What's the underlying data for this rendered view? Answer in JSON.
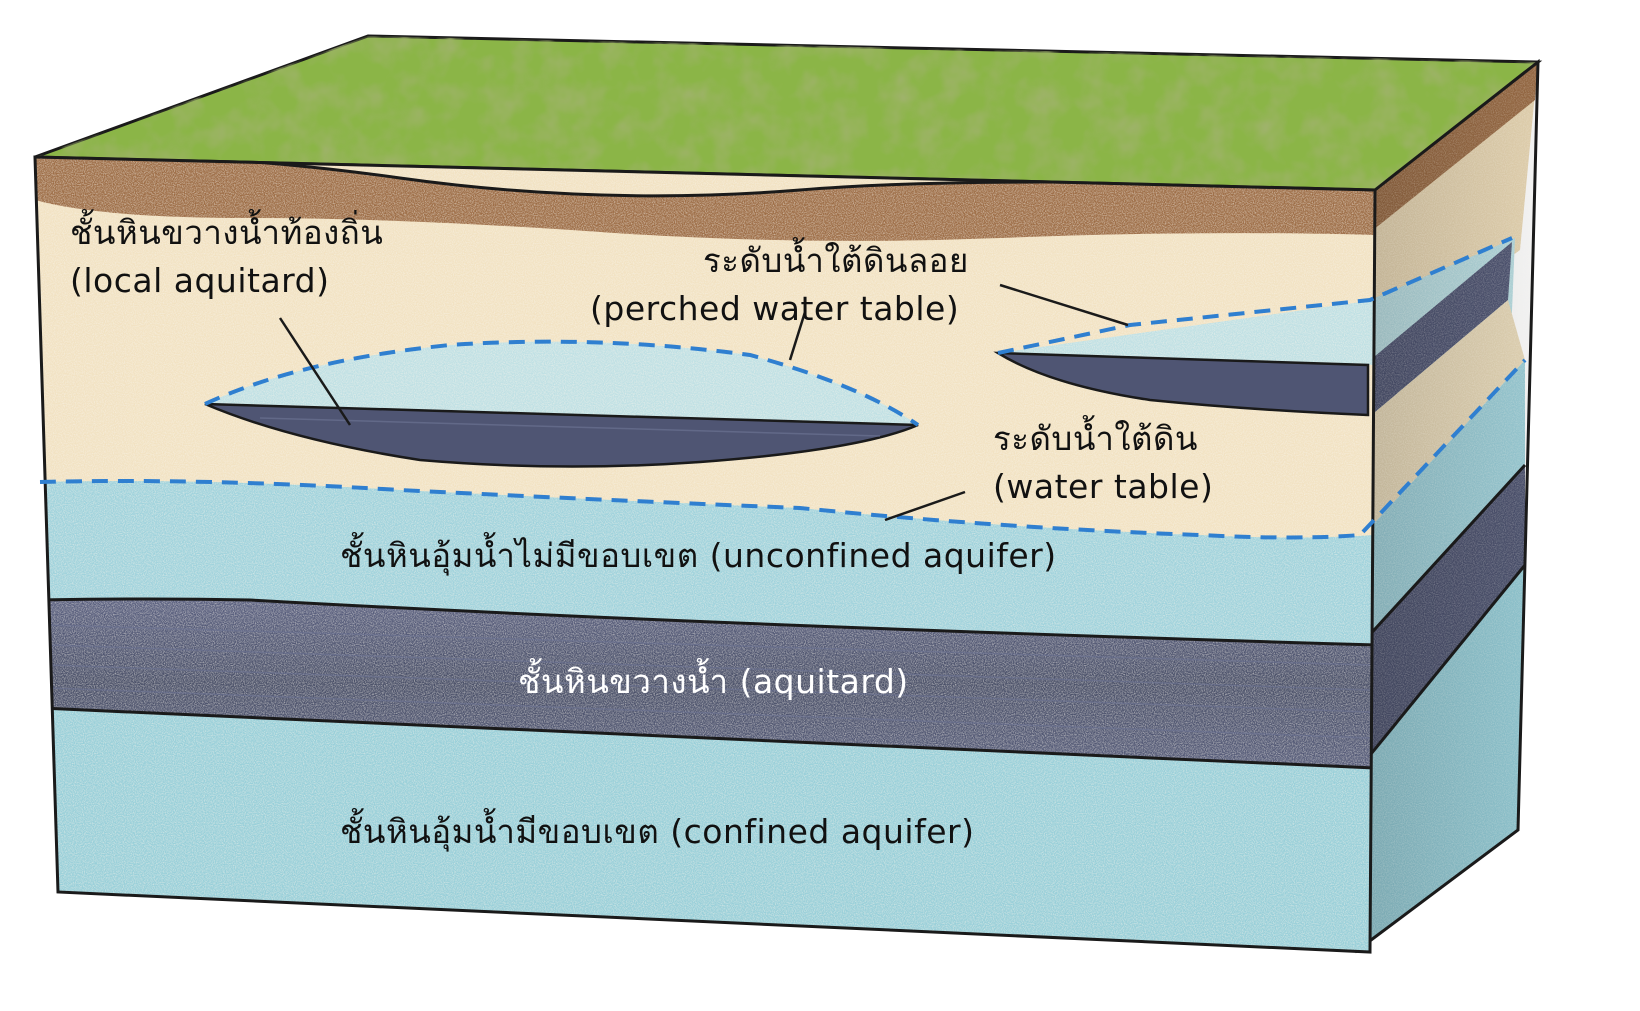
{
  "labels": {
    "local_aquitard": {
      "thai": "ชั้นหินขวางน้ำท้องถิ่น",
      "english": "(local aquitard)"
    },
    "perched_water_table": {
      "thai": "ระดับน้ำใต้ดินลอย",
      "english": "(perched water table)"
    },
    "water_table": {
      "thai": "ระดับน้ำใต้ดิน",
      "english": "(water table)"
    },
    "unconfined_aquifer": "ชั้นหินอุ้มน้ำไม่มีขอบเขต (unconfined aquifer)",
    "aquitard": "ชั้นหินขวางน้ำ (aquitard)",
    "confined_aquifer": "ชั้นหินอุ้มน้ำมีขอบเขต (confined aquifer)"
  },
  "colors": {
    "grass": "#8db84a",
    "soil": "#a0704a",
    "sand": "#f3e3c3",
    "aquifer": "#9fd3dc",
    "aquitard": "#4e5470",
    "water_line": "#2f7fd0",
    "outline": "#1a1a1a"
  }
}
